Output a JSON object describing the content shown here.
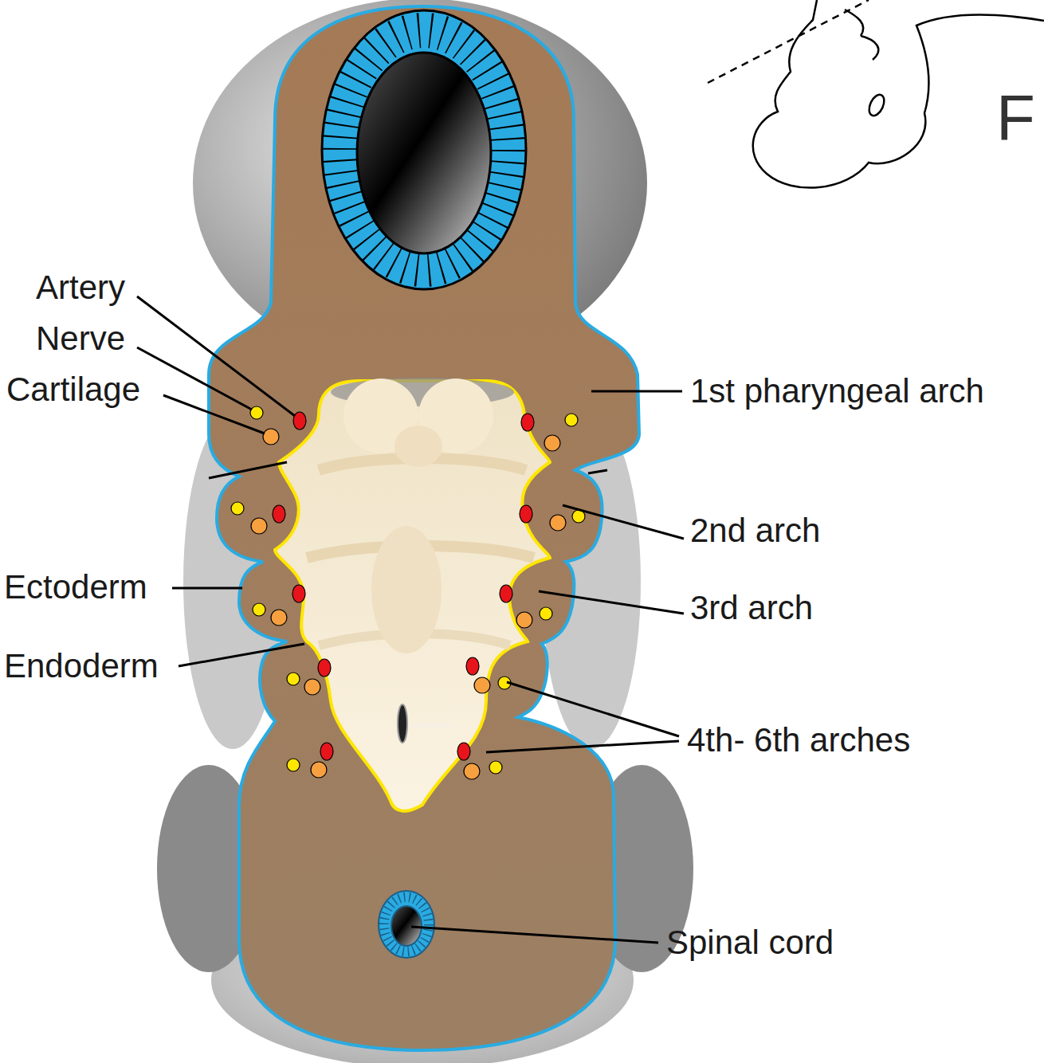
{
  "diagram": {
    "labels": [
      "F",
      "Artery",
      "Nerve",
      "Cartilage",
      "1st pharyngeal arch",
      "2nd arch",
      "Ectoderm",
      "3rd arch",
      "Endoderm",
      "4th- 6th arches",
      "Spinal cord"
    ]
  }
}
